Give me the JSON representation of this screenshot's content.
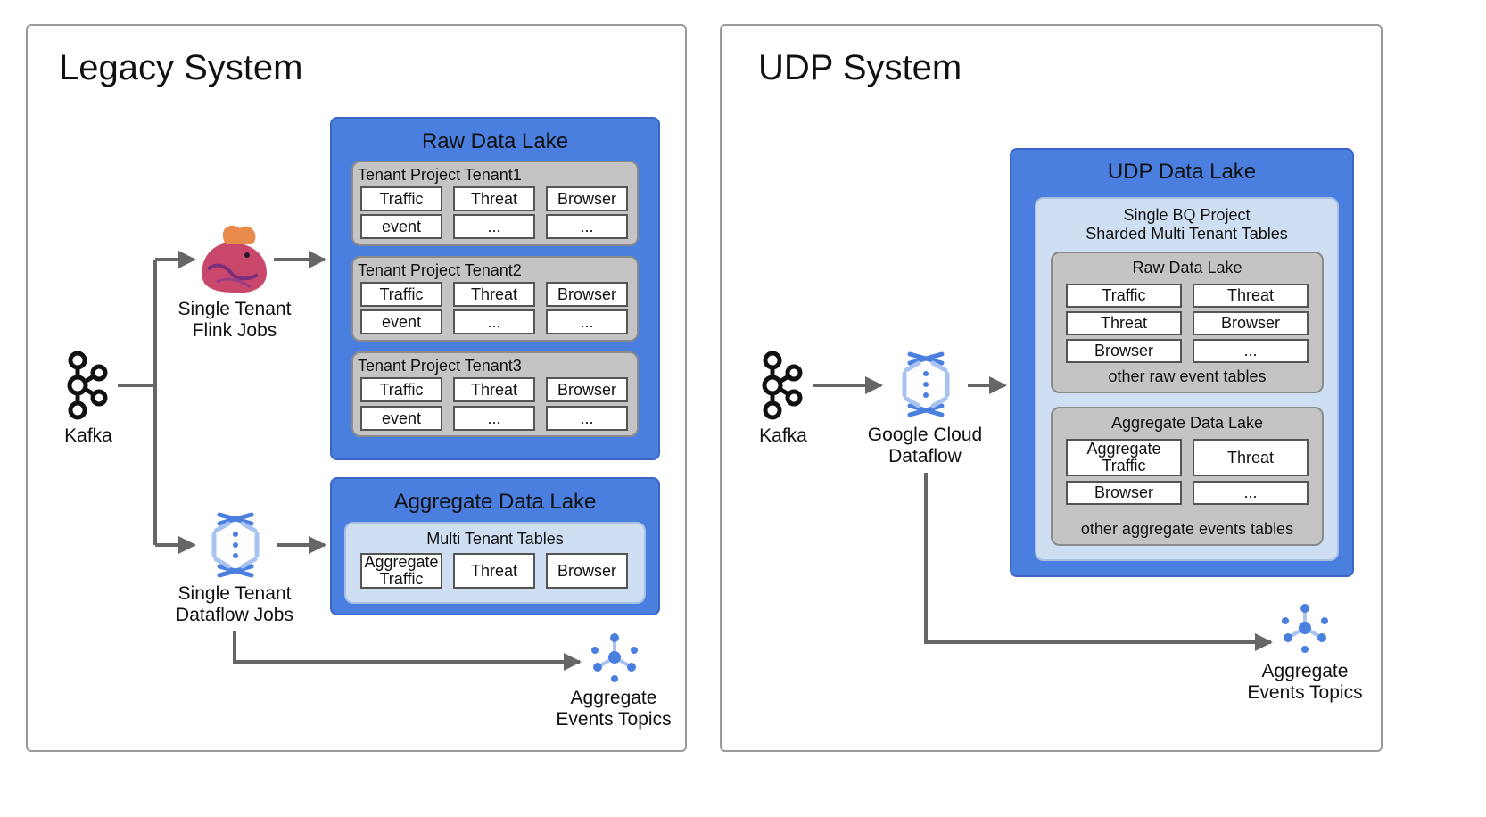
{
  "legacy": {
    "title": "Legacy System",
    "kafka_label": "Kafka",
    "flink_label": "Single Tenant\nFlink Jobs",
    "dataflow_label": "Single Tenant\nDataflow Jobs",
    "topics_label": "Aggregate\nEvents Topics",
    "raw_lake": {
      "title": "Raw Data Lake",
      "tenants": [
        {
          "title": "Tenant Project Tenant1",
          "cells": [
            "Traffic",
            "Threat",
            "Browser",
            "event",
            "...",
            "..."
          ]
        },
        {
          "title": "Tenant Project Tenant2",
          "cells": [
            "Traffic",
            "Threat",
            "Browser",
            "event",
            "...",
            "..."
          ]
        },
        {
          "title": "Tenant Project Tenant3",
          "cells": [
            "Traffic",
            "Threat",
            "Browser",
            "event",
            "...",
            "..."
          ]
        }
      ]
    },
    "agg_lake": {
      "title": "Aggregate Data Lake",
      "subtitle": "Multi Tenant Tables",
      "cells": [
        "Aggregate\nTraffic",
        "Threat",
        "Browser"
      ]
    }
  },
  "udp": {
    "title": "UDP System",
    "kafka_label": "Kafka",
    "dataflow_label": "Google Cloud\nDataflow",
    "topics_label": "Aggregate\nEvents Topics",
    "lake": {
      "title": "UDP Data Lake",
      "project_label": "Single BQ Project\nSharded Multi Tenant Tables",
      "raw": {
        "title": "Raw Data Lake",
        "cells": [
          "Traffic",
          "Threat",
          "Threat",
          "Browser",
          "Browser",
          "..."
        ],
        "footer": "other raw event tables"
      },
      "aggregate": {
        "title": "Aggregate Data Lake",
        "cells": [
          "Aggregate\nTraffic",
          "Threat",
          "Browser",
          "..."
        ],
        "footer": "other aggregate events tables"
      }
    }
  },
  "colors": {
    "lake_blue": "#4a7fe0",
    "gray_box": "#c4c4c4",
    "light_blue": "#cfdff3",
    "arrow": "#666666"
  },
  "icons": [
    "kafka-icon",
    "flink-icon",
    "dataflow-icon",
    "pubsub-icon"
  ]
}
